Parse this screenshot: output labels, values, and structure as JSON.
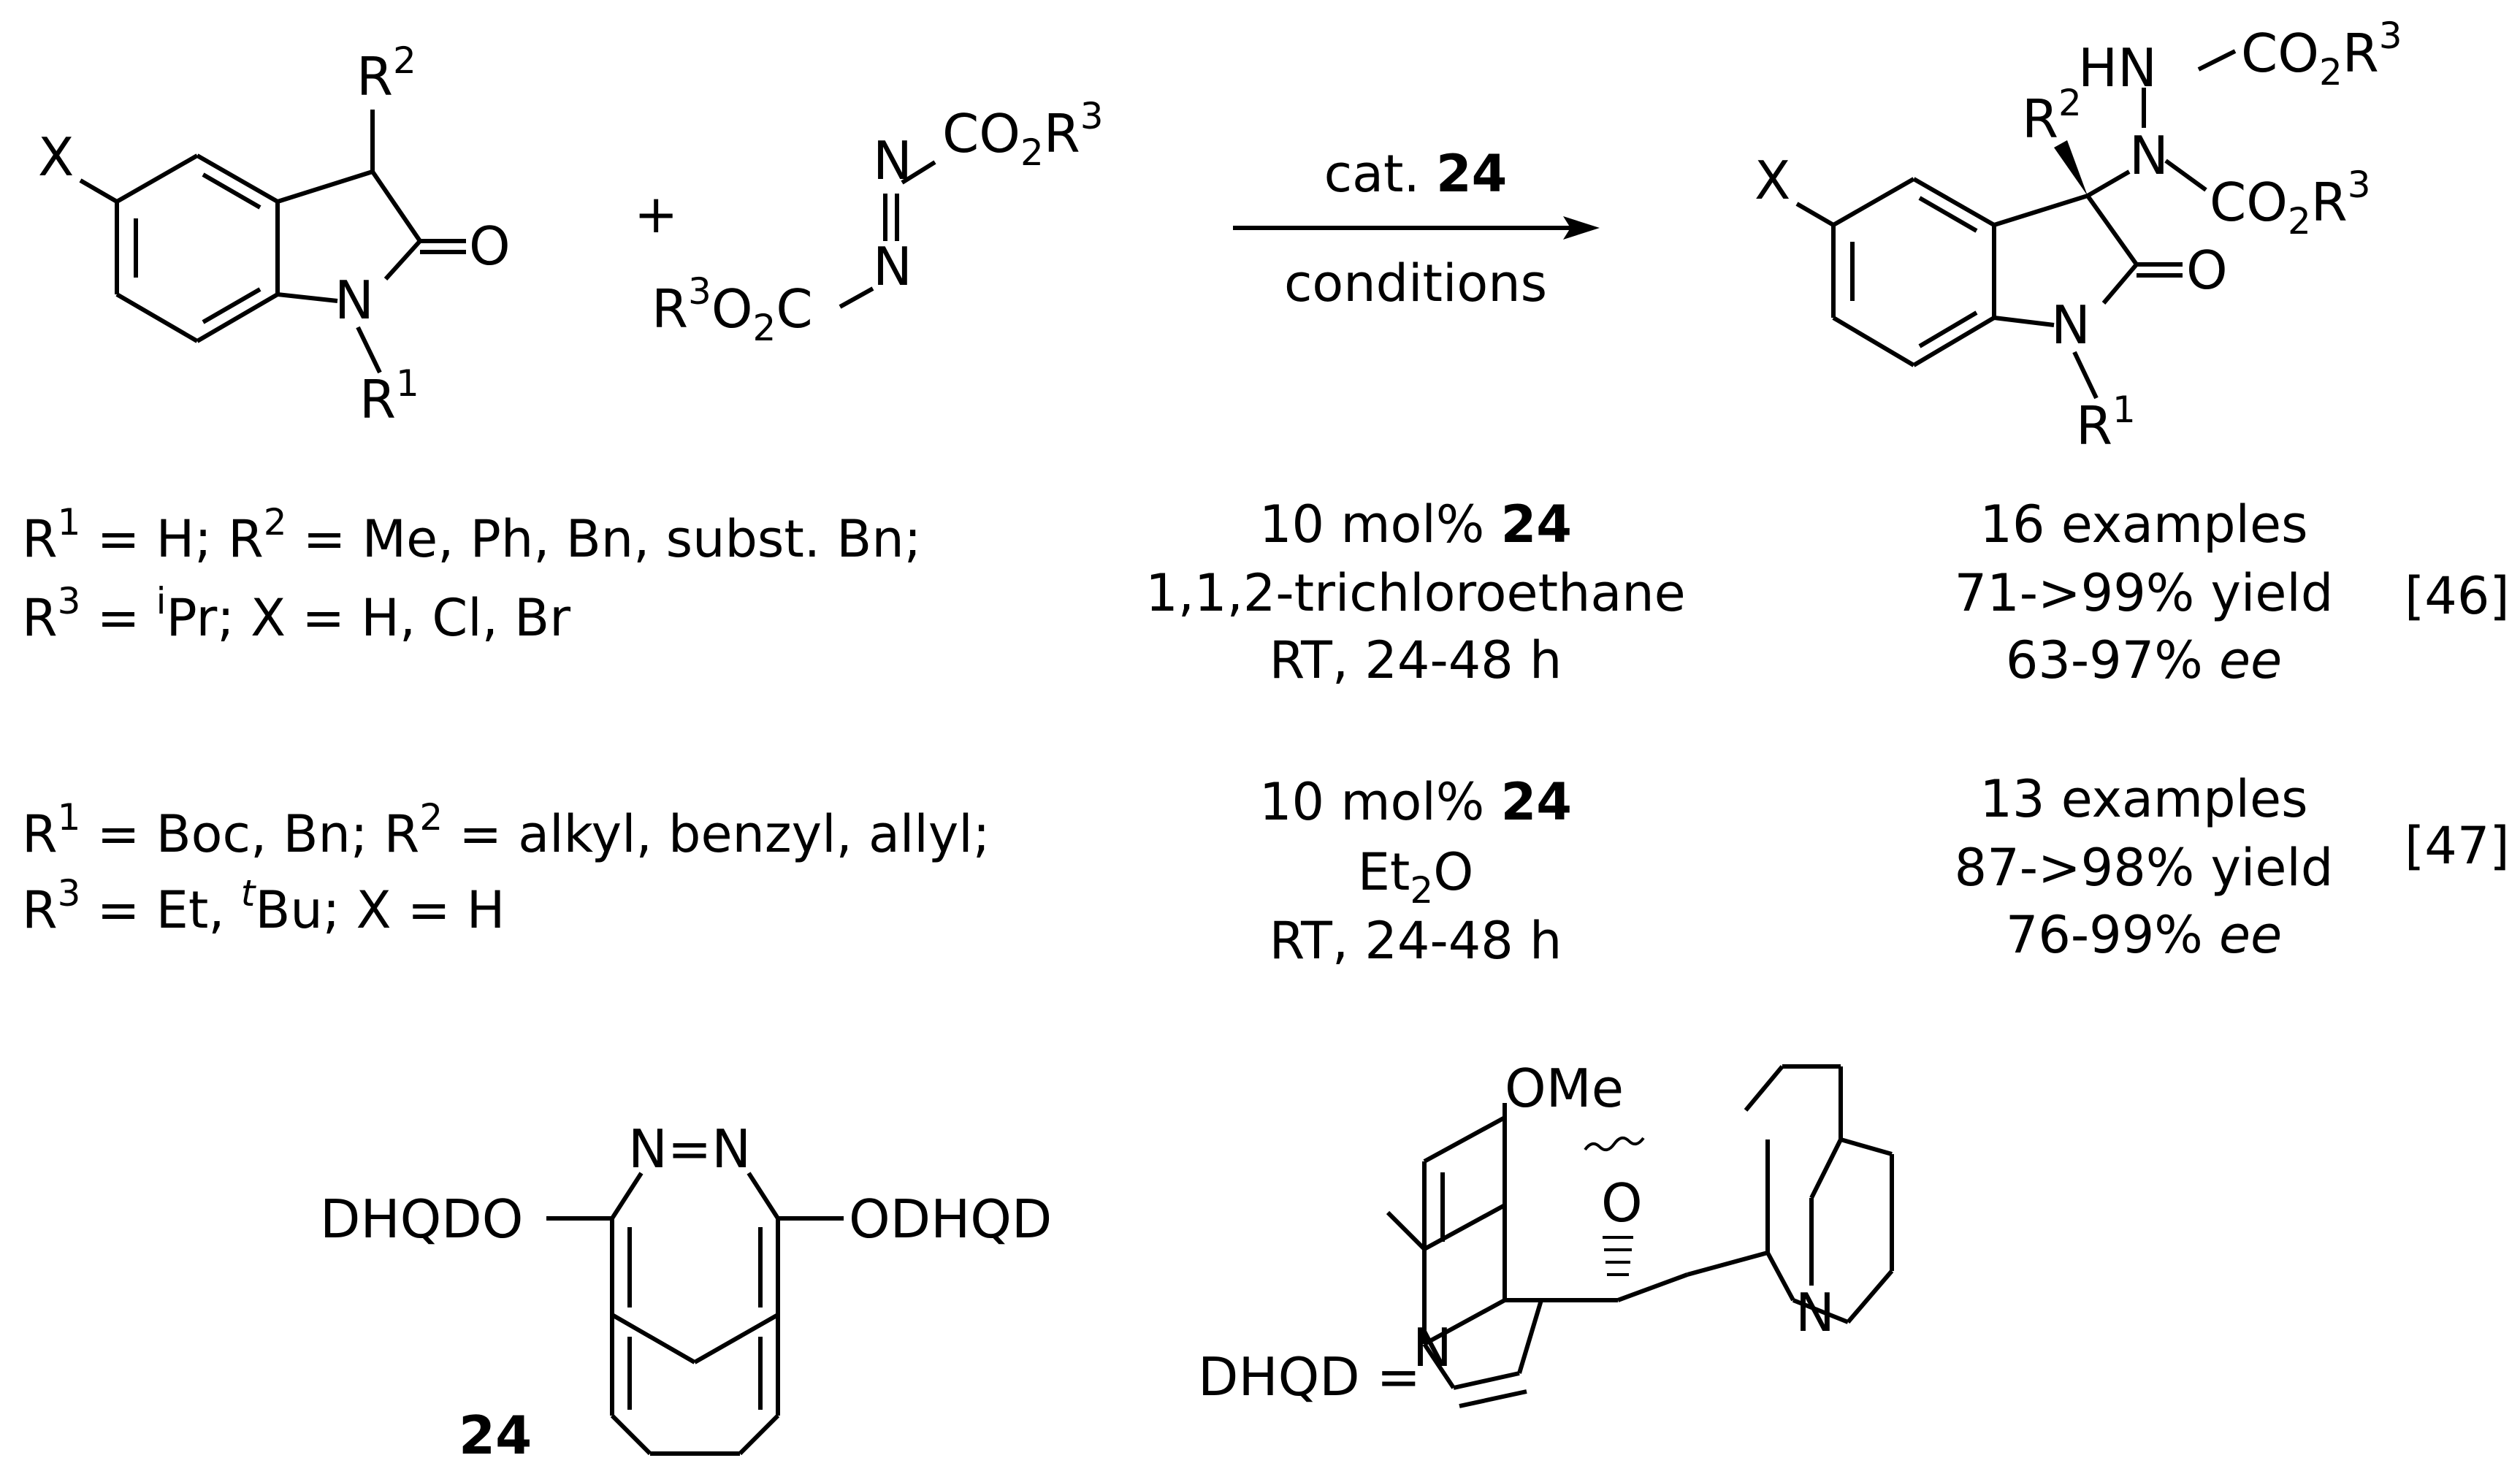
{
  "arrow": {
    "above_prefix": "cat. ",
    "above_num": "24",
    "below": "conditions"
  },
  "plus": "+",
  "reactant1": {
    "X": "X",
    "R2": "R",
    "R2_sup": "2",
    "O": "O",
    "N": "N",
    "R1": "R",
    "R1_sup": "1"
  },
  "reactant2": {
    "N": "N",
    "CO2R3_a": "CO",
    "two_a": "2",
    "R_a": "R",
    "three_a": "3",
    "R3_b": "R",
    "three_b": "3",
    "O2C_b": "O",
    "two_b": "2",
    "C_b": "C"
  },
  "product": {
    "X": "X",
    "R2": "R",
    "R2_sup": "2",
    "HN": "HN",
    "N": "N",
    "O": "O",
    "CO_a": "CO",
    "two_a": "2",
    "R_a": "R",
    "three_a": "3",
    "CO_b": "CO",
    "two_b": "2",
    "R_b": "R",
    "three_b": "3",
    "N1": "N",
    "R1": "R",
    "R1_sup": "1"
  },
  "rows": [
    {
      "line1": {
        "R": "R",
        "s1": "1",
        "t1": " = H; R",
        "s2": "2",
        "t2": " = Me, Ph, Bn, subst. Bn;"
      },
      "line2": {
        "R": "R",
        "s3": "3",
        "t3": " = ",
        "pre": "i",
        "t4": "Pr; X = H, Cl, Br"
      },
      "cond1_pre": "10 mol% ",
      "cond1_num": "24",
      "cond2": "1,1,2-trichloroethane",
      "cond3": "RT, 24-48 h",
      "res1": "16 examples",
      "res2": "71->99% yield",
      "res3_num": "63-97% ",
      "res3_ee": "ee",
      "ref": "[46]"
    },
    {
      "line1": {
        "R": "R",
        "s1": "1",
        "t1": " = Boc, Bn; R",
        "s2": "2",
        "t2": " = alkyl, benzyl, allyl;"
      },
      "line2": {
        "R": "R",
        "s3": "3",
        "t3": " = Et, ",
        "pre": "t",
        "t4": "Bu; X = H"
      },
      "cond1_pre": "10 mol% ",
      "cond1_num": "24",
      "cond2_pre": "Et",
      "cond2_sub": "2",
      "cond2_post": "O",
      "cond3": "RT, 24-48 h",
      "res1": "13 examples",
      "res2": "87->98% yield",
      "res3_num": "76-99% ",
      "res3_ee": "ee",
      "ref": "[47]"
    }
  ],
  "catalyst": {
    "NN": "N=N",
    "left": "DHQDO",
    "right": "ODHQD",
    "label": "24"
  },
  "dhqd": {
    "label": "DHQD =",
    "OMe": "OMe",
    "O": "O",
    "N_quin": "N",
    "N_cage": "N"
  }
}
